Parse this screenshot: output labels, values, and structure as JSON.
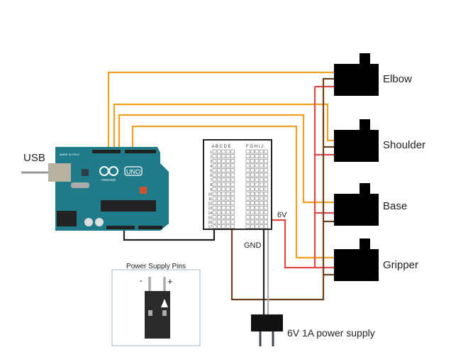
{
  "labels": {
    "usb": "USB",
    "power_supply_pins_title": "Power Supply Pins",
    "minus": "-",
    "plus": "+",
    "six_volt": "6V",
    "gnd": "GND",
    "power_supply": "6V 1A power supply"
  },
  "servos": [
    {
      "name": "Elbow"
    },
    {
      "name": "Shoulder"
    },
    {
      "name": "Base"
    },
    {
      "name": "Gripper"
    }
  ],
  "board": {
    "brand_text": "ARDUINO",
    "model_text": "UNO",
    "made_in": "MADE IN ITALY"
  },
  "breadboard": {
    "columns_left": "A B C D E",
    "columns_right": "F G H I J",
    "rows": [
      "1",
      "2",
      "3",
      "4",
      "5",
      "6",
      "7",
      "8",
      "9",
      "10",
      "11",
      "12",
      "13",
      "14",
      "15",
      "16",
      "17"
    ]
  },
  "colors": {
    "signal": "#f0a020",
    "power": "#e04848",
    "ground": "#6b4020",
    "black_wire": "#222222",
    "grey_wire": "#aaaaaa",
    "arduino": "#1f7a8a",
    "servo": "#000000"
  }
}
